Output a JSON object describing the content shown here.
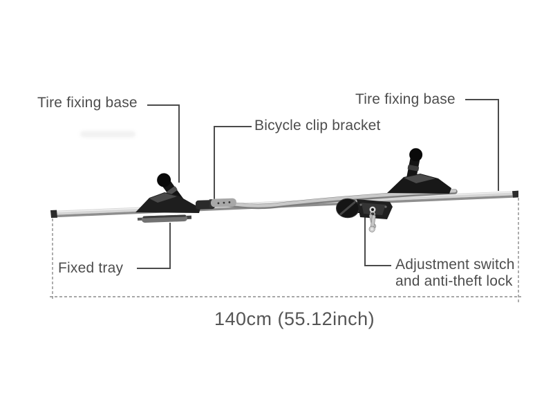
{
  "diagram": {
    "callouts": [
      {
        "id": "tire-fixing-base-left",
        "label": "Tire fixing base"
      },
      {
        "id": "bicycle-clip-bracket",
        "label": "Bicycle clip bracket"
      },
      {
        "id": "tire-fixing-base-right",
        "label": "Tire fixing base"
      },
      {
        "id": "fixed-tray",
        "label": "Fixed tray"
      },
      {
        "id": "adjustment-switch-lock",
        "label_line1": "Adjustment switch",
        "label_line2": "and anti-theft lock"
      }
    ],
    "dimension": {
      "label": "140cm (55.12inch)",
      "value_cm": 140,
      "value_inch": 55.12
    },
    "colors": {
      "background": "#ffffff",
      "label_text": "#4d4d4d",
      "connector_line": "#4a4a4a",
      "dashed_line": "#8a8a8a",
      "rail_light": "#d6d6d6",
      "rail_shadow": "#8e8e8e",
      "part_dark": "#1a1a1a",
      "key_metal": "#c9c9c9"
    }
  }
}
